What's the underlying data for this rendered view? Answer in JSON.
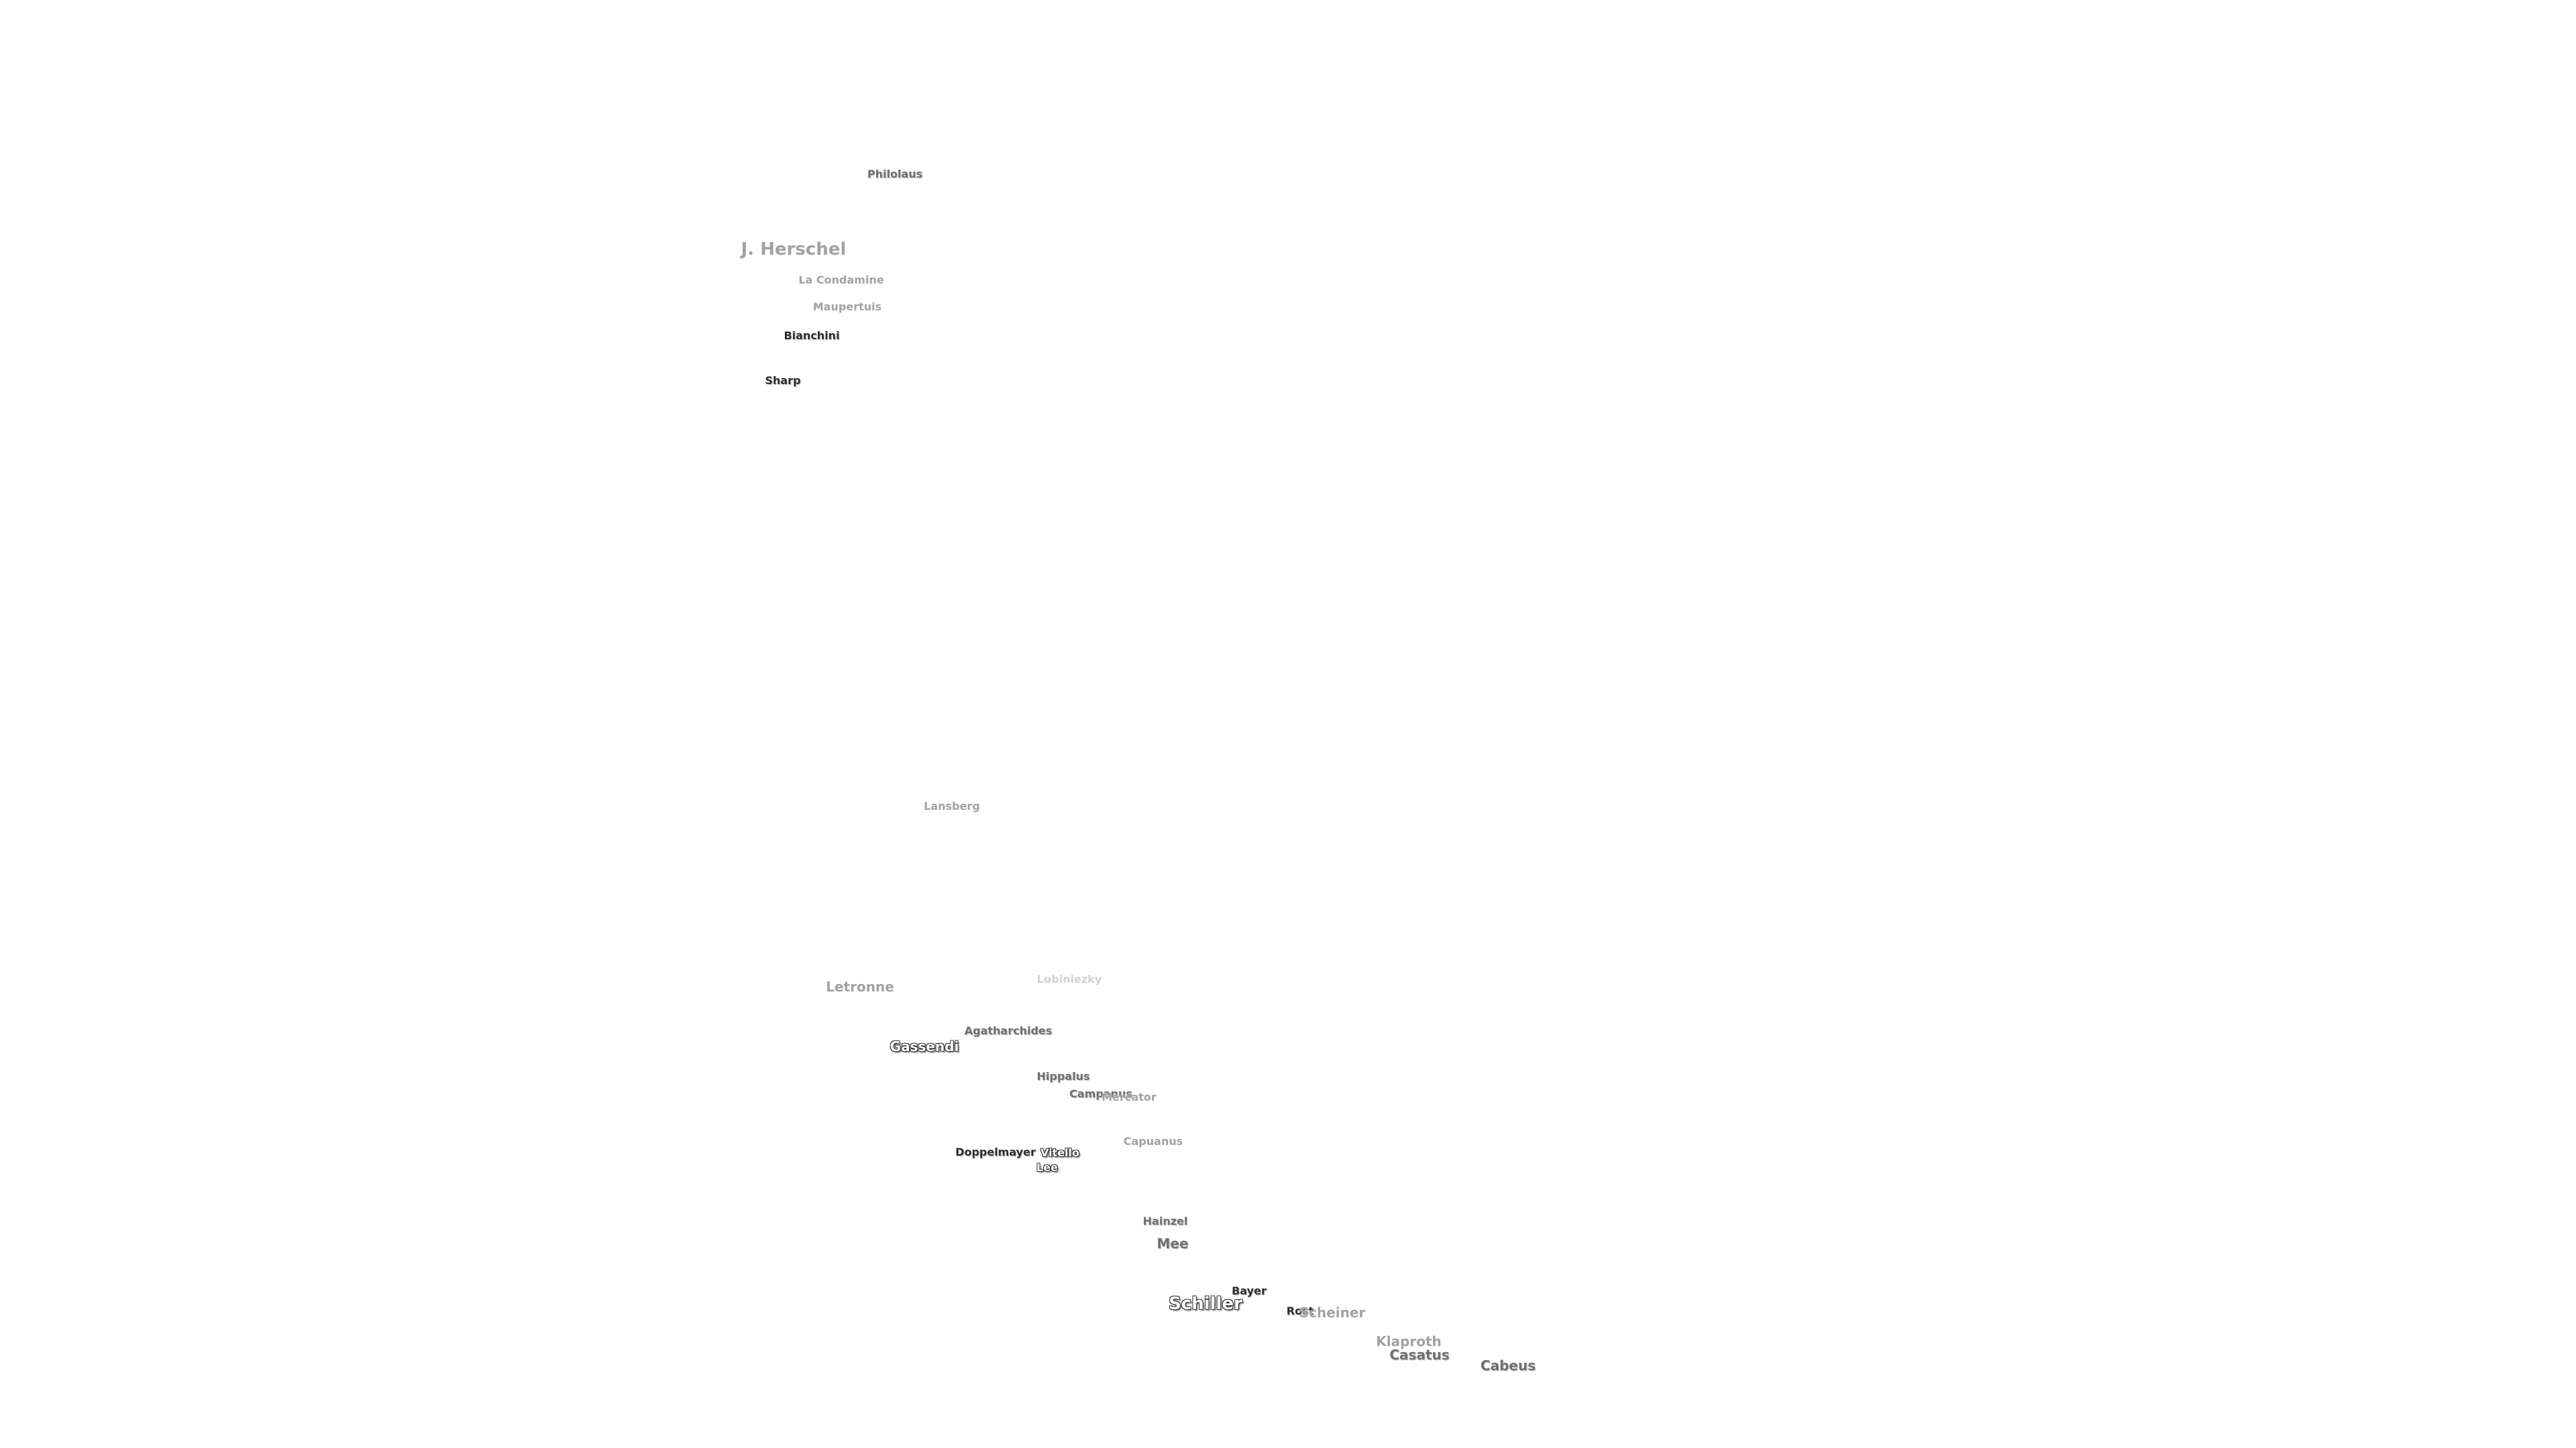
{
  "map": {
    "features": [
      {
        "id": "philolaus",
        "name": "Philolaus"
      },
      {
        "id": "j-herschel",
        "name": "J. Herschel"
      },
      {
        "id": "la-condamine",
        "name": "La Condamine"
      },
      {
        "id": "maupertuis",
        "name": "Maupertuis"
      },
      {
        "id": "bianchini",
        "name": "Bianchini"
      },
      {
        "id": "sharp",
        "name": "Sharp"
      },
      {
        "id": "lansberg",
        "name": "Lansberg"
      },
      {
        "id": "letronne",
        "name": "Letronne"
      },
      {
        "id": "lubiniezky",
        "name": "Lubiniezky"
      },
      {
        "id": "agatharchides",
        "name": "Agatharchides"
      },
      {
        "id": "gassendi",
        "name": "Gassendi"
      },
      {
        "id": "hippalus",
        "name": "Hippalus"
      },
      {
        "id": "campanus",
        "name": "Campanus"
      },
      {
        "id": "mercator",
        "name": "Mercator"
      },
      {
        "id": "capuanus",
        "name": "Capuanus"
      },
      {
        "id": "doppelmayer",
        "name": "Doppelmayer"
      },
      {
        "id": "vitello",
        "name": "Vitello"
      },
      {
        "id": "lee",
        "name": "Lee"
      },
      {
        "id": "hainzel",
        "name": "Hainzel"
      },
      {
        "id": "mee",
        "name": "Mee"
      },
      {
        "id": "bayer",
        "name": "Bayer"
      },
      {
        "id": "schiller",
        "name": "Schiller"
      },
      {
        "id": "rost",
        "name": "Rost"
      },
      {
        "id": "scheiner",
        "name": "Scheiner"
      },
      {
        "id": "klaproth",
        "name": "Klaproth"
      },
      {
        "id": "casatus",
        "name": "Casatus"
      },
      {
        "id": "cabeus",
        "name": "Cabeus"
      }
    ]
  }
}
